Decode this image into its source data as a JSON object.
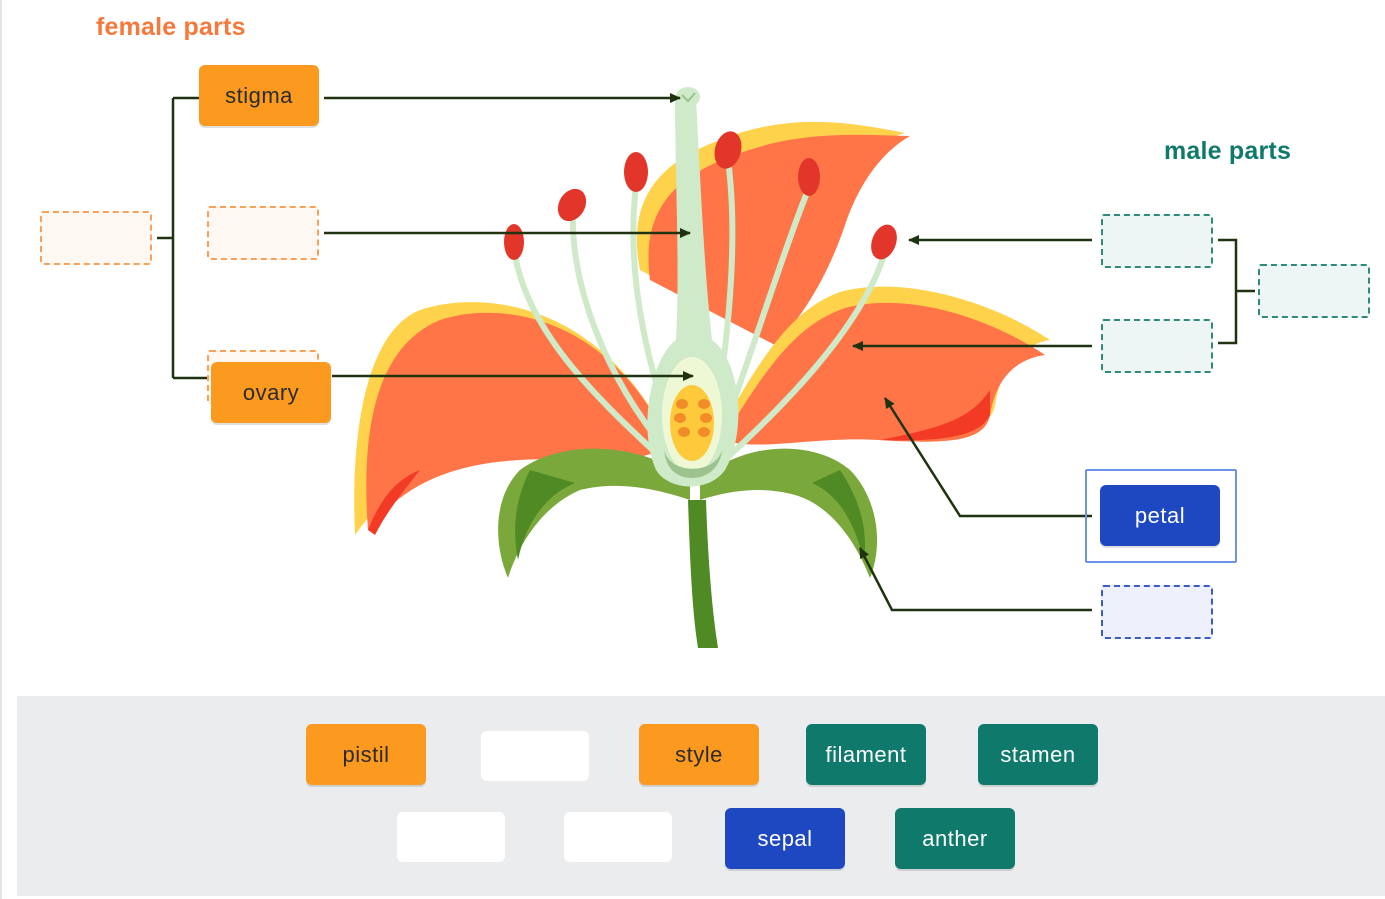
{
  "headings": {
    "female": "female parts",
    "male": "male parts"
  },
  "placed_labels": {
    "stigma": "stigma",
    "ovary": "ovary",
    "petal": "petal"
  },
  "word_bank": {
    "row1": [
      "pistil",
      "",
      "style",
      "filament",
      "stamen"
    ],
    "row2": [
      "",
      "",
      "sepal",
      "anther"
    ]
  },
  "colors": {
    "female": "#fb9a1f",
    "male": "#0f7a6c",
    "other": "#1d48c1",
    "female_heading": "#f4793a"
  }
}
